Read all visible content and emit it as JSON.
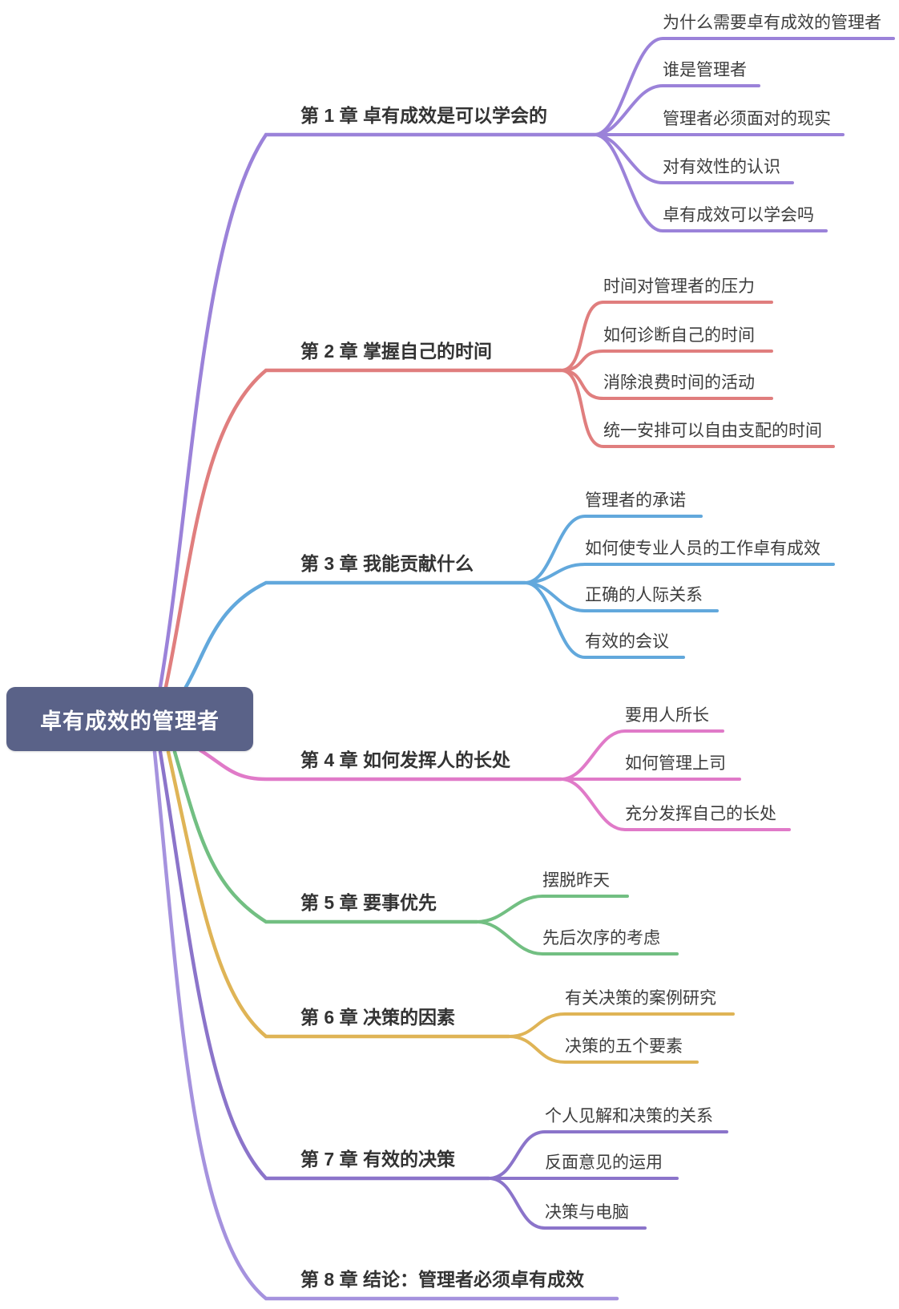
{
  "root": {
    "label": "卓有成效的管理者",
    "bg_color": "#5A6288",
    "text_color": "#FFFFFF"
  },
  "branches": [
    {
      "label": "第 1 章 卓有成效是可以学会的",
      "color": "#9B82D9",
      "children": [
        "为什么需要卓有成效的管理者",
        "谁是管理者",
        "管理者必须面对的现实",
        "对有效性的认识",
        "卓有成效可以学会吗"
      ]
    },
    {
      "label": "第 2 章 掌握自己的时间",
      "color": "#E07E7E",
      "children": [
        "时间对管理者的压力",
        "如何诊断自己的时间",
        "消除浪费时间的活动",
        "统一安排可以自由支配的时间"
      ]
    },
    {
      "label": "第 3 章 我能贡献什么",
      "color": "#62A8DC",
      "children": [
        "管理者的承诺",
        "如何使专业人员的工作卓有成效",
        "正确的人际关系",
        "有效的会议"
      ]
    },
    {
      "label": "第 4 章 如何发挥人的长处",
      "color": "#E07AC8",
      "children": [
        "要用人所长",
        "如何管理上司",
        "充分发挥自己的长处"
      ]
    },
    {
      "label": "第 5 章 要事优先",
      "color": "#72BF82",
      "children": [
        "摆脱昨天",
        "先后次序的考虑"
      ]
    },
    {
      "label": "第 6 章 决策的因素",
      "color": "#DFB456",
      "children": [
        "有关决策的案例研究",
        "决策的五个要素"
      ]
    },
    {
      "label": "第 7 章 有效的决策",
      "color": "#8B74CA",
      "children": [
        "个人见解和决策的关系",
        "反面意见的运用",
        "决策与电脑"
      ]
    },
    {
      "label": "第 8 章 结论：管理者必须卓有成效",
      "color": "#A592DE",
      "children": []
    }
  ]
}
